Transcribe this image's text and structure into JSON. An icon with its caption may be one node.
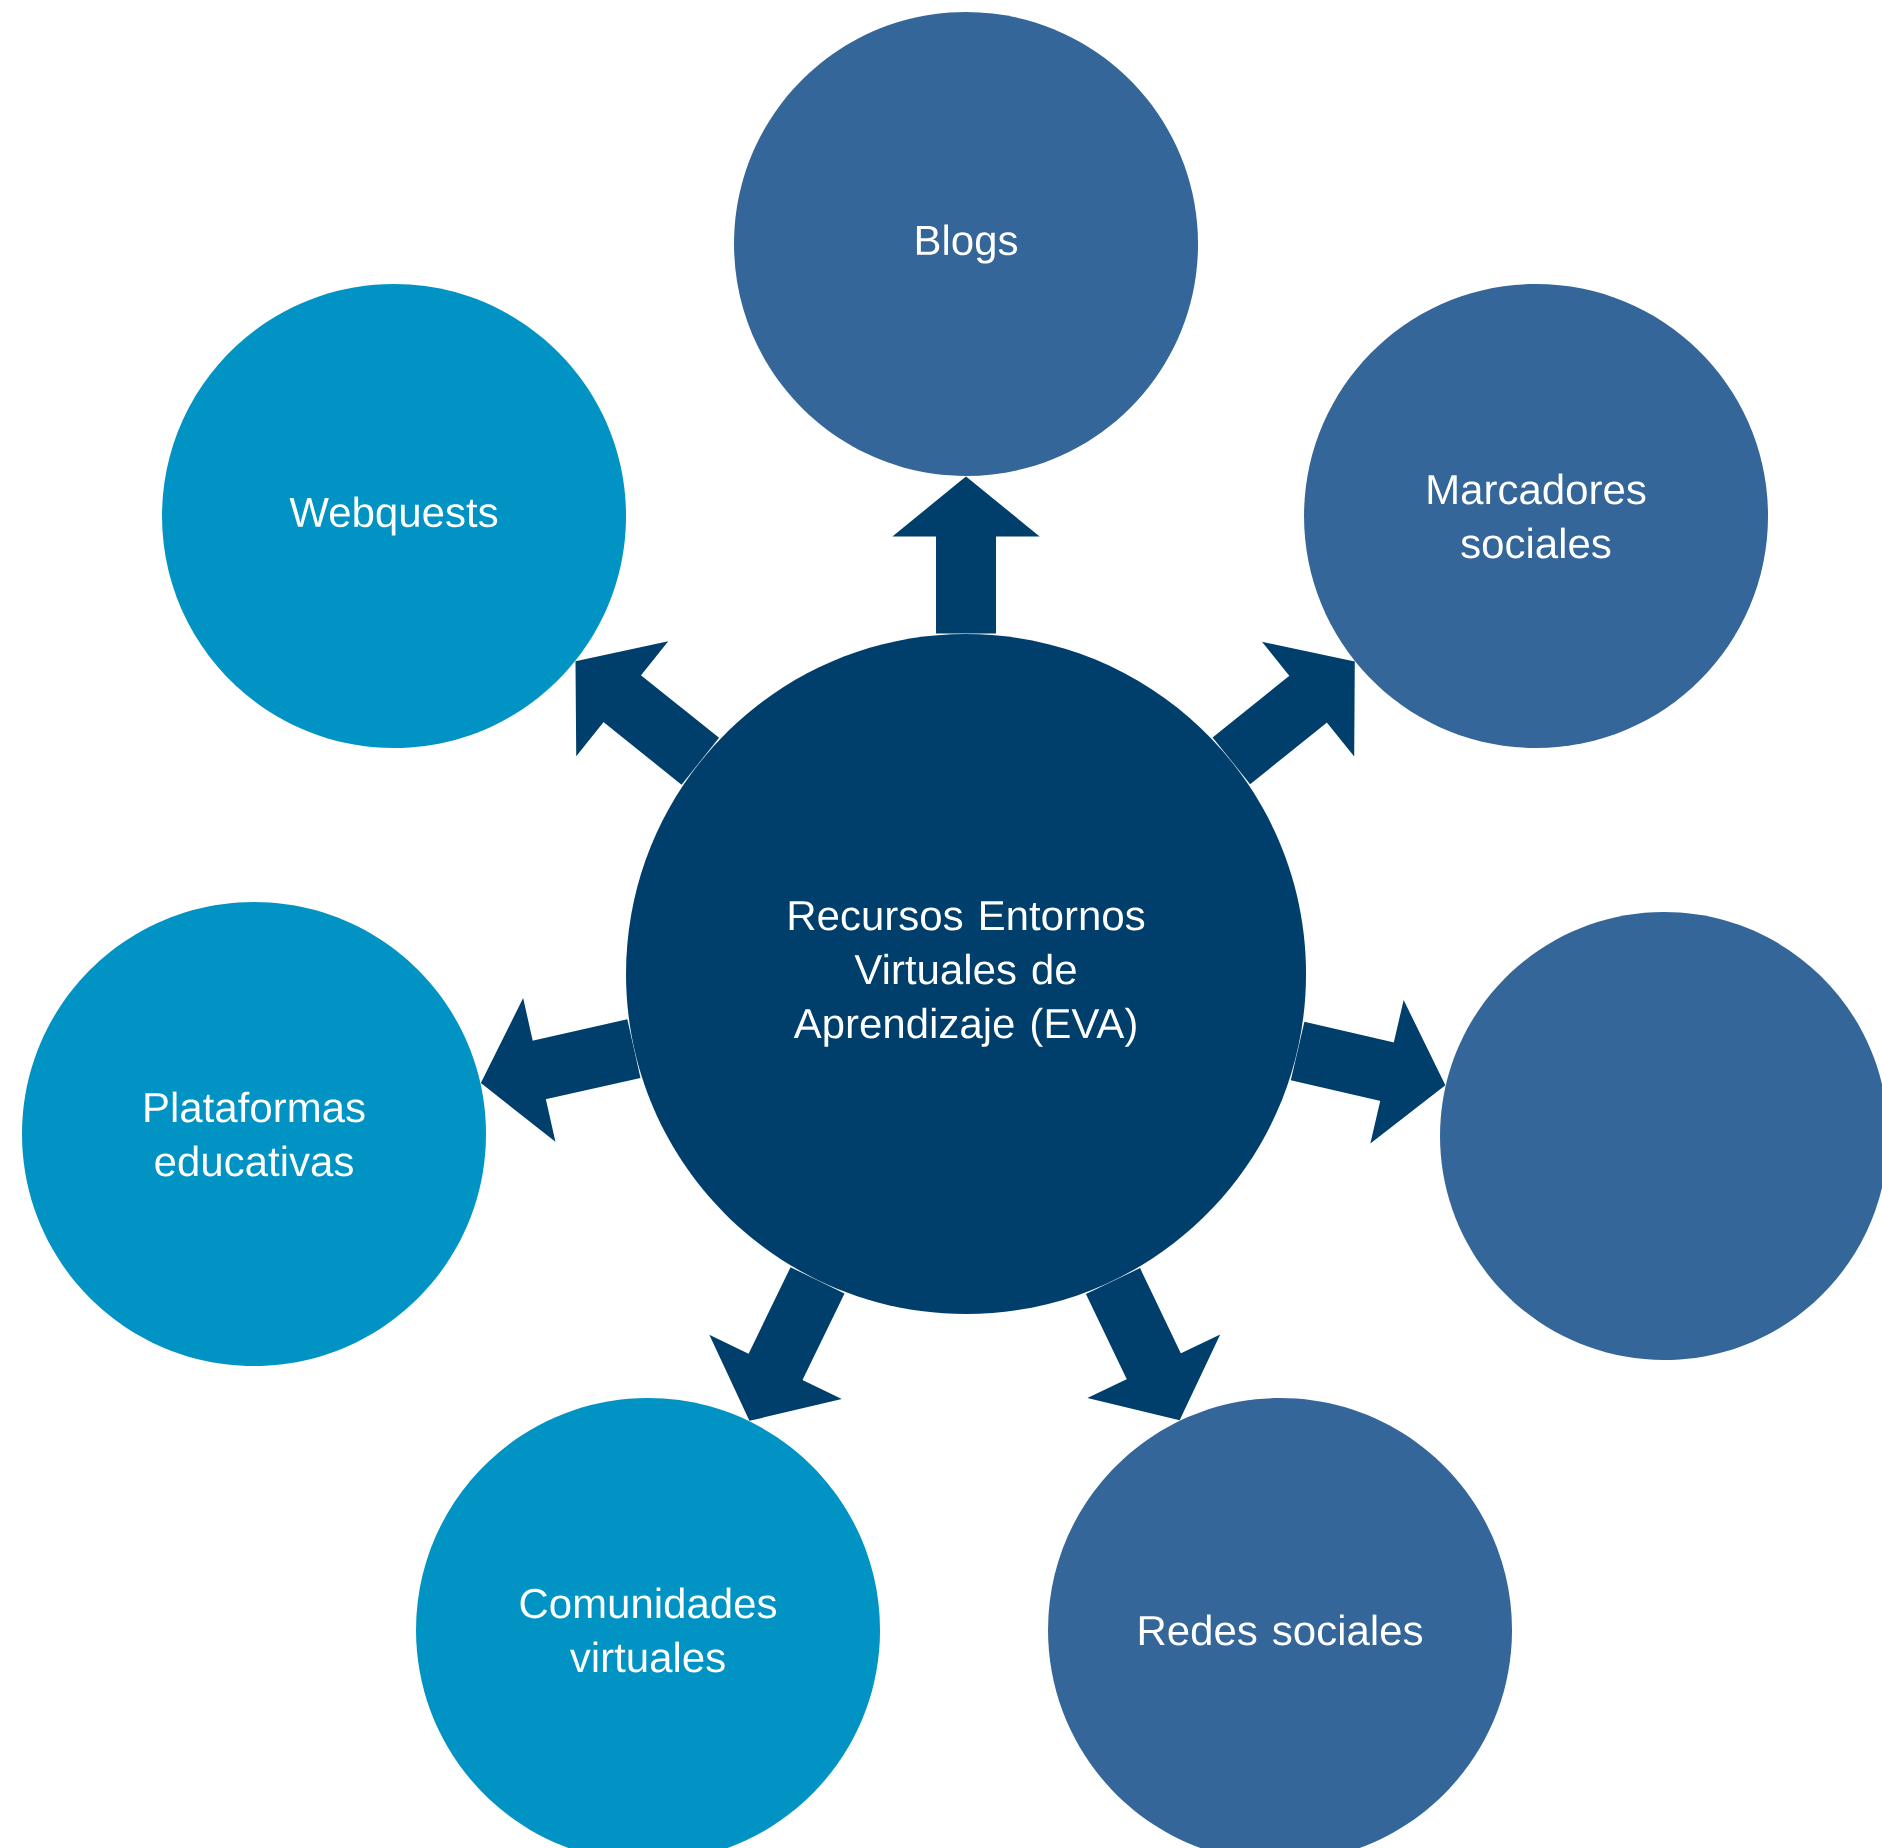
{
  "diagram": {
    "nodes": [
      {
        "text": [
          "Recursos Entornos Virtuales de Aprendizaje (EVA)"
        ]
      },
      {
        "text": [
          "Blogs"
        ]
      },
      {
        "text": [
          "Marcadores sociales"
        ]
      },
      {
        "text": [],
        "shape": "circle"
      },
      {
        "text": [
          "Redes sociales"
        ]
      },
      {
        "text": [
          "Comunidades virtuales"
        ]
      },
      {
        "text": [
          "Plataformas educativas"
        ]
      },
      {
        "text": [
          "Webquests"
        ]
      }
    ],
    "edges": [
      {
        "from": 0,
        "to": 1,
        "arrow": "to"
      },
      {
        "from": 0,
        "to": 2,
        "arrow": "to"
      },
      {
        "from": 0,
        "to": 3,
        "arrow": "to"
      },
      {
        "from": 0,
        "to": 4,
        "arrow": "to"
      },
      {
        "from": 0,
        "to": 5,
        "arrow": "to"
      },
      {
        "from": 0,
        "to": 6,
        "arrow": "to"
      },
      {
        "from": 0,
        "to": 7,
        "arrow": "to"
      }
    ]
  }
}
